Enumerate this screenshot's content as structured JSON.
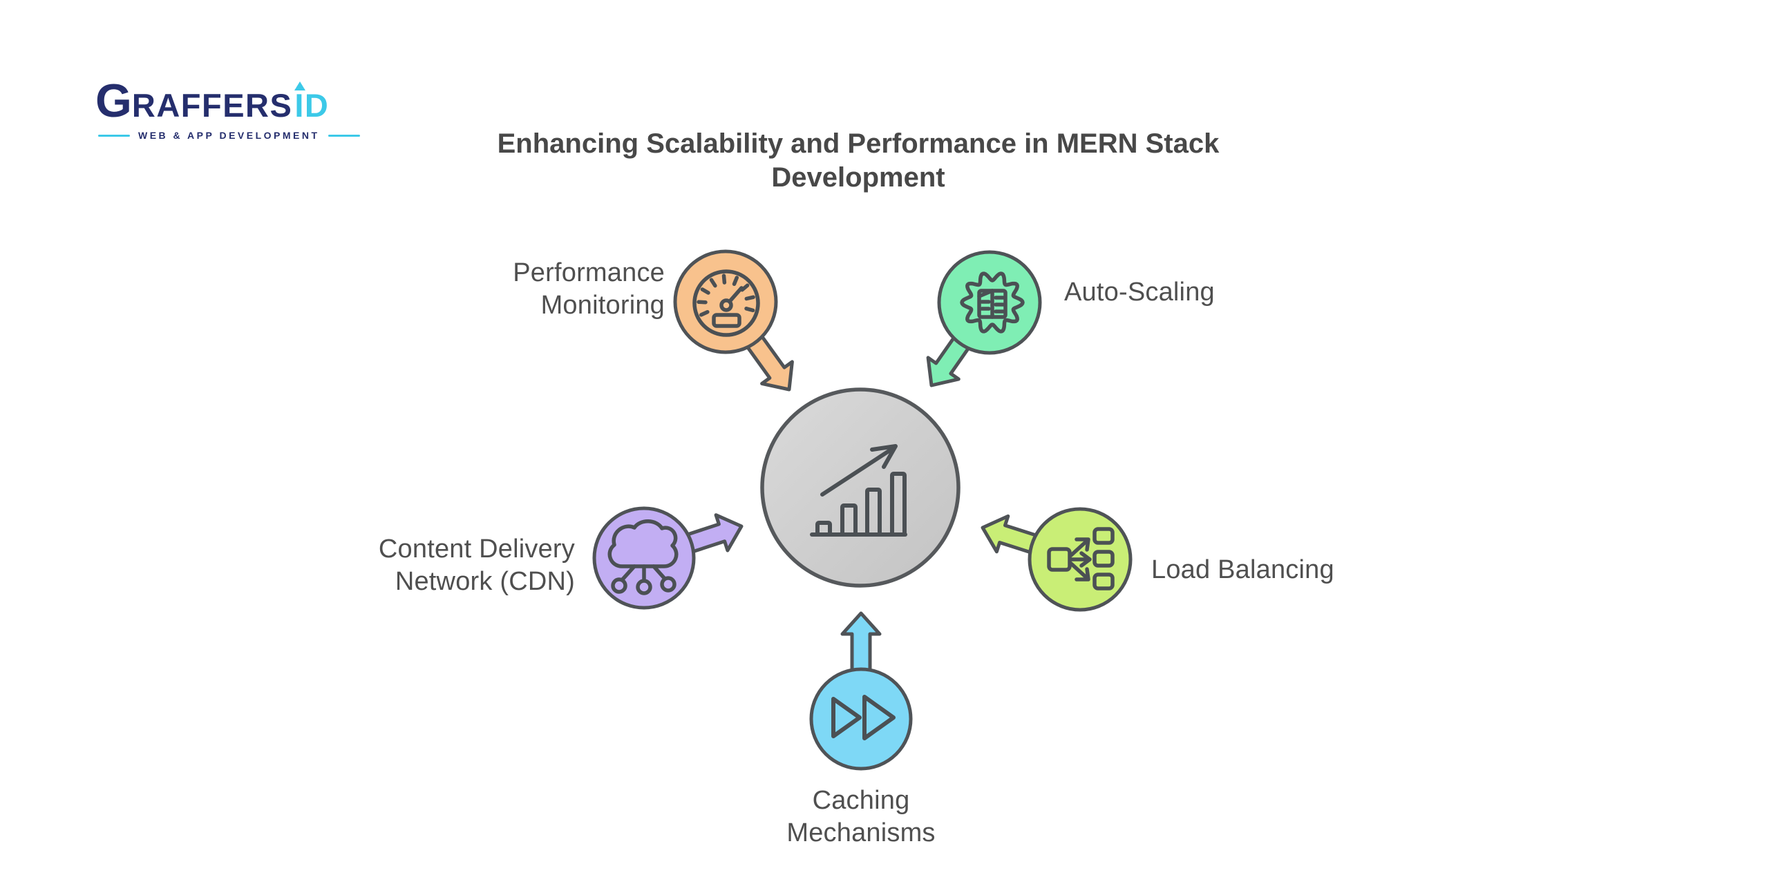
{
  "logo": {
    "brand_g": "G",
    "brand_rest": "RAFFERS",
    "brand_suffix": "ID",
    "tagline": "WEB & APP DEVELOPMENT",
    "colors": {
      "navy": "#252e6d",
      "cyan": "#3cc9e8"
    }
  },
  "title": {
    "text": "Enhancing Scalability and Performance in MERN Stack Development",
    "color": "#484848"
  },
  "diagram": {
    "label_color": "#4f4f4f",
    "stroke_color": "#4f5357",
    "icon_stroke_color": "#4b5054",
    "center": {
      "icon": "growth-bar-chart-icon",
      "fill_light": "#dadada",
      "fill_dark": "#c3c3c3",
      "stroke": "#56595c"
    },
    "nodes": [
      {
        "id": "performance-monitoring",
        "label": "Performance Monitoring",
        "icon": "gauge-icon",
        "color": "#f8c28d",
        "position": "top-left"
      },
      {
        "id": "auto-scaling",
        "label": "Auto-Scaling",
        "icon": "gear-icon",
        "color": "#7feeb4",
        "position": "top-right"
      },
      {
        "id": "cdn",
        "label": "Content Delivery Network (CDN)",
        "icon": "cloud-network-icon",
        "color": "#c2aef3",
        "position": "left"
      },
      {
        "id": "load-balancing",
        "label": "Load Balancing",
        "icon": "load-balancer-icon",
        "color": "#c9ee76",
        "position": "right"
      },
      {
        "id": "caching-mechanisms",
        "label": "Caching Mechanisms",
        "icon": "fast-forward-icon",
        "color": "#7ed8f6",
        "position": "bottom"
      }
    ]
  }
}
